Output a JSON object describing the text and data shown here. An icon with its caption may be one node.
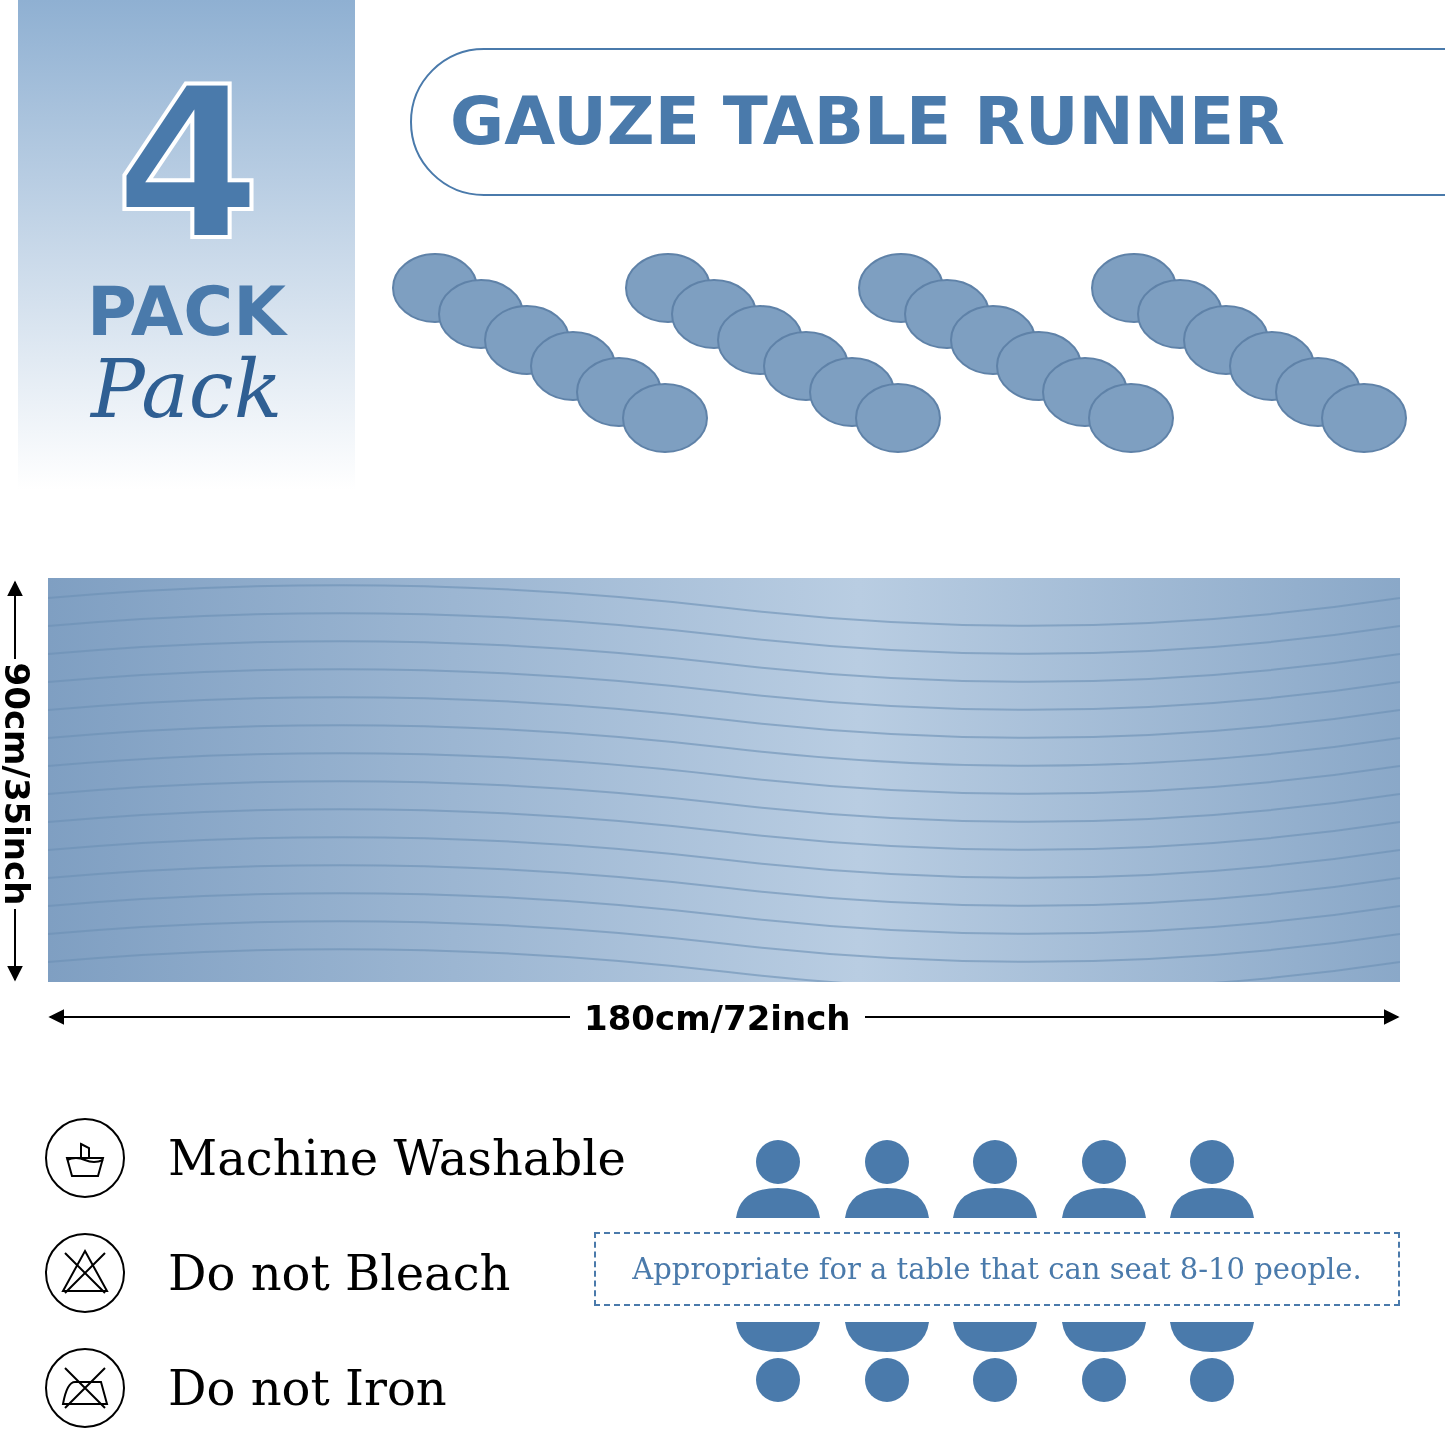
{
  "diagram": {
    "title": "GAUZE TABLE RUNNER",
    "nodes": [
      {
        "text": [
          "4",
          "PACK",
          "Pack"
        ]
      },
      {
        "text": [
          "Appropriate for a table that can seat 8-10 people."
        ]
      }
    ],
    "labels": [
      "90cm/35inch",
      "180cm/72inch",
      "Machine Washable",
      "Do not Bleach",
      "Do not Iron"
    ]
  }
}
